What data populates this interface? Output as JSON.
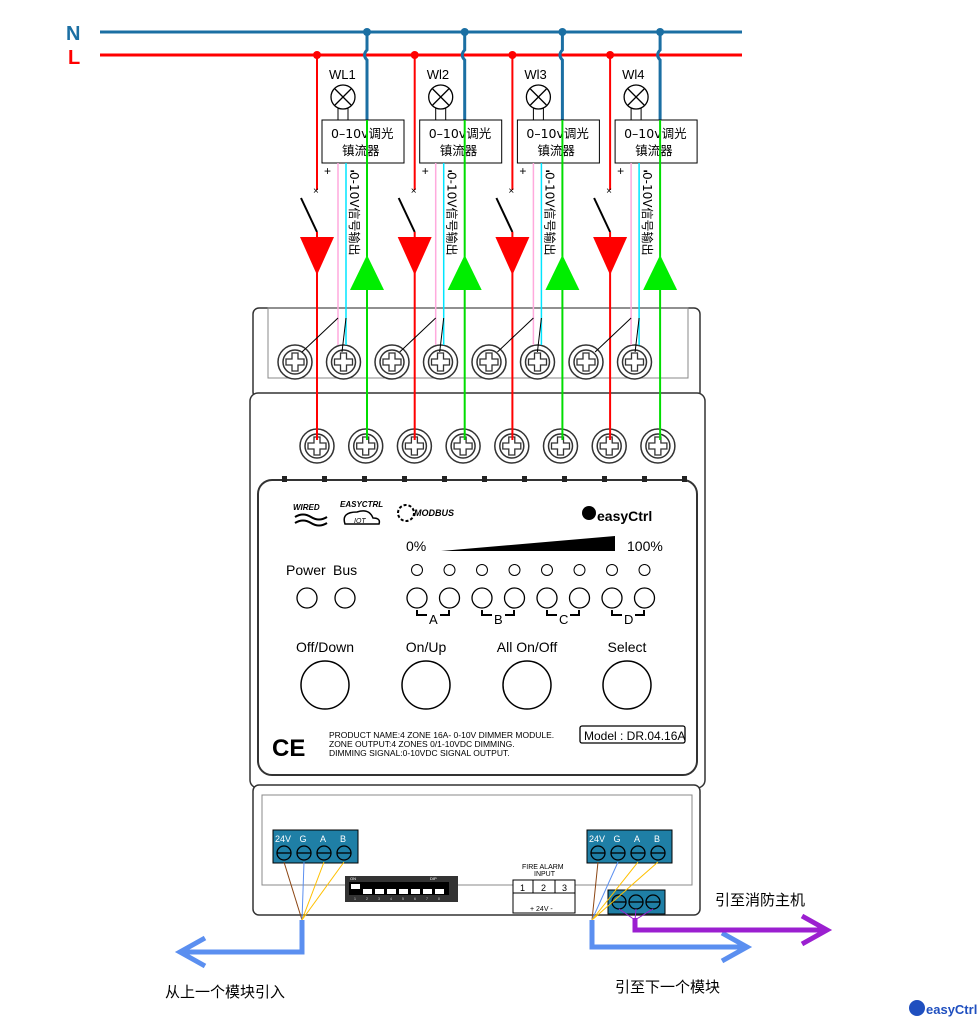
{
  "mains": {
    "neutral_label": "N",
    "line_label": "L",
    "neutral_color": "#1b6fa3",
    "line_color": "#ff0000"
  },
  "zones": [
    {
      "lamp_label": "WL1",
      "ballast_line1": "0–10v调光",
      "ballast_line2": "镇流器",
      "signal_label": "0-10V信号输出",
      "plus": "+",
      "minus": "-"
    },
    {
      "lamp_label": "Wl2",
      "ballast_line1": "0–10v调光",
      "ballast_line2": "镇流器",
      "signal_label": "0-10V信号输出",
      "plus": "+",
      "minus": "-"
    },
    {
      "lamp_label": "Wl3",
      "ballast_line1": "0–10v调光",
      "ballast_line2": "镇流器",
      "signal_label": "0-10V信号输出",
      "plus": "+",
      "minus": "-"
    },
    {
      "lamp_label": "Wl4",
      "ballast_line1": "0–10v调光",
      "ballast_line2": "镇流器",
      "signal_label": "0-10V信号输出",
      "plus": "+",
      "minus": "-"
    }
  ],
  "faceplate": {
    "logo_wired": "WIRED",
    "logo_iot_top": "EASYCTRL",
    "logo_iot": "IOT",
    "logo_modbus": "MODBUS",
    "brand": "easyCtrl",
    "scale_min": "0%",
    "scale_max": "100%",
    "power_label": "Power",
    "bus_label": "Bus",
    "zone_groups": [
      "A",
      "B",
      "C",
      "D"
    ],
    "buttons": [
      "Off/Down",
      "On/Up",
      "All On/Off",
      "Select"
    ],
    "ce_mark": "CE",
    "product_lines": [
      "PRODUCT NAME:4 ZONE 16A- 0-10V DIMMER MODULE.",
      "ZONE OUTPUT:4 ZONES 0/1-10VDC DIMMING.",
      "DIMMING SIGNAL:0-10VDC SIGNAL OUTPUT."
    ],
    "model": "Model : DR.04.16A"
  },
  "bottom": {
    "bus_terminals": [
      "24V",
      "G",
      "A",
      "B"
    ],
    "dip_on": "ON",
    "dip_label": "DIP",
    "dip_numbers": [
      "1",
      "2",
      "3",
      "4",
      "5",
      "6",
      "7",
      "8"
    ],
    "fire_alarm_title1": "FIRE ALARM",
    "fire_alarm_title2": "INPUT",
    "fire_alarm_pins": [
      "1",
      "2",
      "3"
    ],
    "fire_alarm_voltage": "+ 24V -",
    "from_prev": "从上一个模块引入",
    "to_next": "引至下一个模块",
    "to_fire": "引至消防主机"
  },
  "watermark": "easyCtrl",
  "colors": {
    "bus_arrow": "#5b8ff0",
    "fire_arrow": "#9b1fd0",
    "signal_arrow": "#00ee00",
    "terminal_block": "#1f7fa6"
  }
}
